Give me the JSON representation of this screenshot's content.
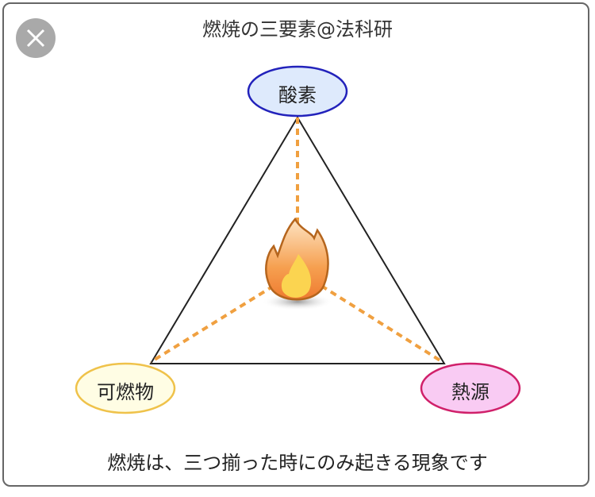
{
  "title": "燃焼の三要素@法科研",
  "nodes": {
    "oxygen": "酸素",
    "fuel": "可燃物",
    "heat": "熱源"
  },
  "caption": "燃焼は、三つ揃った時にのみ起きる現象です",
  "colors": {
    "oxygen_stroke": "#2222bb",
    "oxygen_fill": "#deeafc",
    "fuel_stroke": "#efc24a",
    "fuel_fill": "#fffde4",
    "heat_stroke": "#d0206a",
    "heat_fill": "#f9cbf3",
    "dash": "#f0a040"
  },
  "close_icon": "close-icon"
}
